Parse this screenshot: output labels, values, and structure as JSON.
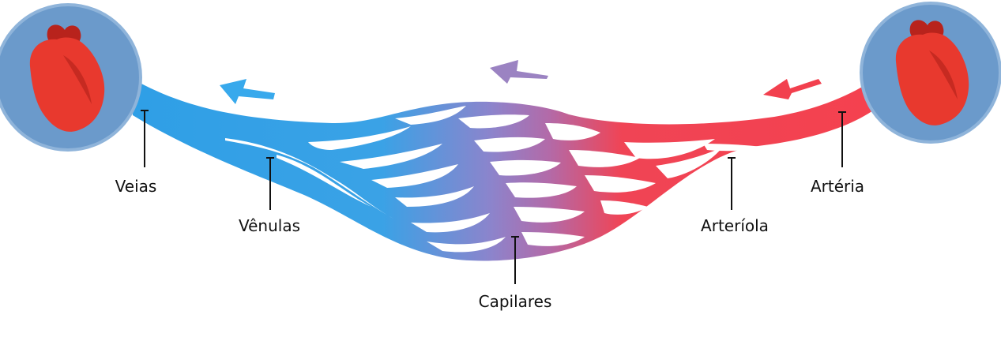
{
  "labels": {
    "veias": "Veias",
    "venulas": "Vênulas",
    "capilares": "Capilares",
    "arteriola": "Arteríola",
    "arteria": "Artéria"
  },
  "colors": {
    "vein": "#2f9fe6",
    "artery": "#f4414f",
    "mid": "#9a7fc4",
    "heart_circle": "#6b9acb",
    "heart": "#e8392e",
    "heart_dark": "#b8231c",
    "arrow_blue": "#38a9ec",
    "arrow_purple": "#9b83c2",
    "arrow_red": "#f2404e"
  },
  "icons": {
    "left_heart": "heart-icon",
    "right_heart": "heart-icon",
    "arrows": "flow-arrow-icon"
  }
}
